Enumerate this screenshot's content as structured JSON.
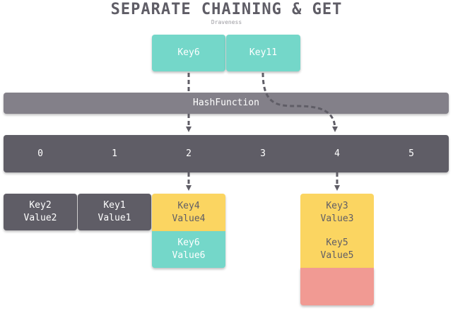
{
  "header": {
    "title": "SEPARATE CHAINING & GET",
    "subtitle": "Draveness"
  },
  "input_keys": [
    "Key6",
    "Key11"
  ],
  "hash_function": "HashFunction",
  "buckets": [
    "0",
    "1",
    "2",
    "3",
    "4",
    "5"
  ],
  "entries": {
    "key2": {
      "key": "Key2",
      "value": "Value2"
    },
    "key1": {
      "key": "Key1",
      "value": "Value1"
    },
    "key4": {
      "key": "Key4",
      "value": "Value4"
    },
    "key6": {
      "key": "Key6",
      "value": "Value6"
    },
    "key3": {
      "key": "Key3",
      "value": "Value3"
    },
    "key5": {
      "key": "Key5",
      "value": "Value5"
    }
  },
  "colors": {
    "teal": "#74d7c9",
    "dark": "#5f5d66",
    "gray": "#838089",
    "yellow": "#fbd561",
    "salmon": "#f19a93"
  }
}
